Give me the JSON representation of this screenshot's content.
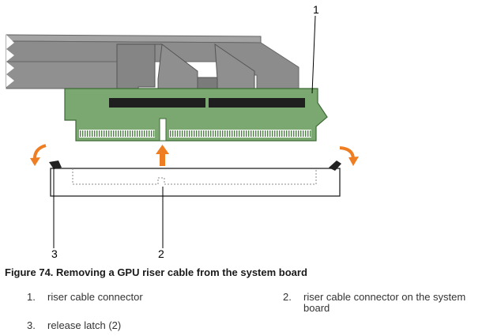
{
  "figure": {
    "caption": "Figure 74. Removing a GPU riser cable from the system board",
    "callouts": [
      "1",
      "2",
      "3"
    ],
    "legend": [
      {
        "num": "1.",
        "text": "riser cable connector"
      },
      {
        "num": "2.",
        "text": "riser cable connector on the system board"
      },
      {
        "num": "3.",
        "text": "release latch (2)"
      }
    ]
  },
  "colors": {
    "cable": "#8c8c8c",
    "cable_dark": "#6f6f6f",
    "board": "#7aa870",
    "board_dark": "#4f7f47",
    "connector": "#1f1f1f",
    "arrow": "#ef7d22",
    "slot_outline": "#222222"
  }
}
